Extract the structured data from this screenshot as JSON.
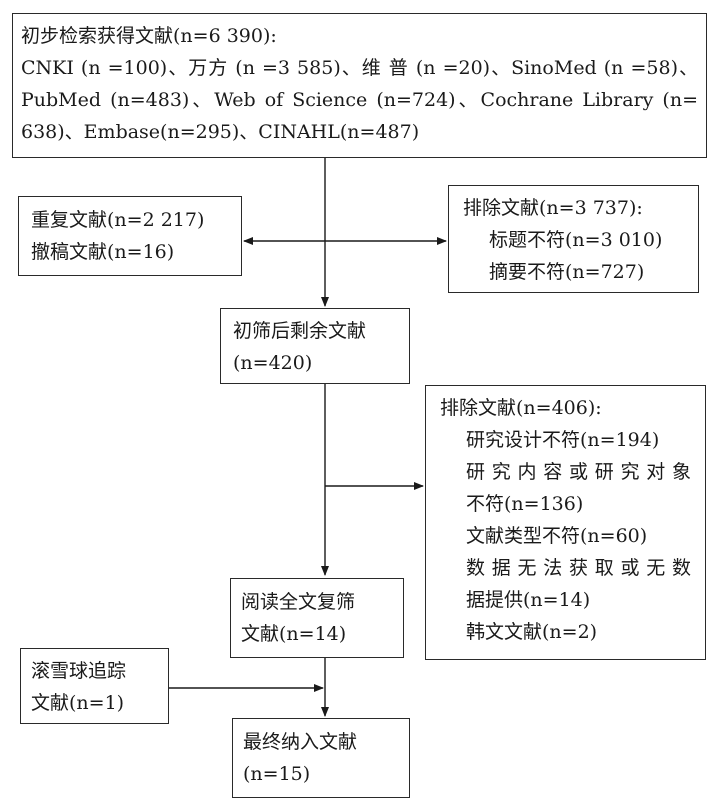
{
  "boxes": {
    "initial_search": {
      "lines": [
        "初步检索获得文献(n=6 390):",
        "CNKI (n =100)、万方 (n =3 585)、维 普 (n =20)、SinoMed (n =58)、",
        "PubMed (n=483)、Web of Science (n=724)、Cochrane Library (n=",
        "638)、Embase(n=295)、CINAHL(n=487)"
      ]
    },
    "duplicates": {
      "lines": [
        "重复文献(n=2 217)",
        "撤稿文献(n=16)"
      ]
    },
    "excluded_first": {
      "lines": [
        "排除文献(n=3 737):",
        "标题不符(n=3 010)",
        "摘要不符(n=727)"
      ]
    },
    "remaining_after_screen": {
      "lines": [
        "初筛后剩余文献",
        "(n=420)"
      ]
    },
    "excluded_second": {
      "lines": [
        "排除文献(n=406):",
        "研究设计不符(n=194)",
        "研究内容或研究对象",
        "不符(n=136)",
        "文献类型不符(n=60)",
        "数据无法获取或无数",
        "据提供(n=14)",
        "韩文文献(n=2)"
      ]
    },
    "fulltext_rescreen": {
      "lines": [
        "阅读全文复筛",
        "文献(n=14)"
      ]
    },
    "snowball": {
      "lines": [
        "滚雪球追踪",
        "文献(n=1)"
      ]
    },
    "final_included": {
      "lines": [
        "最终纳入文献",
        "(n=15)"
      ]
    }
  }
}
